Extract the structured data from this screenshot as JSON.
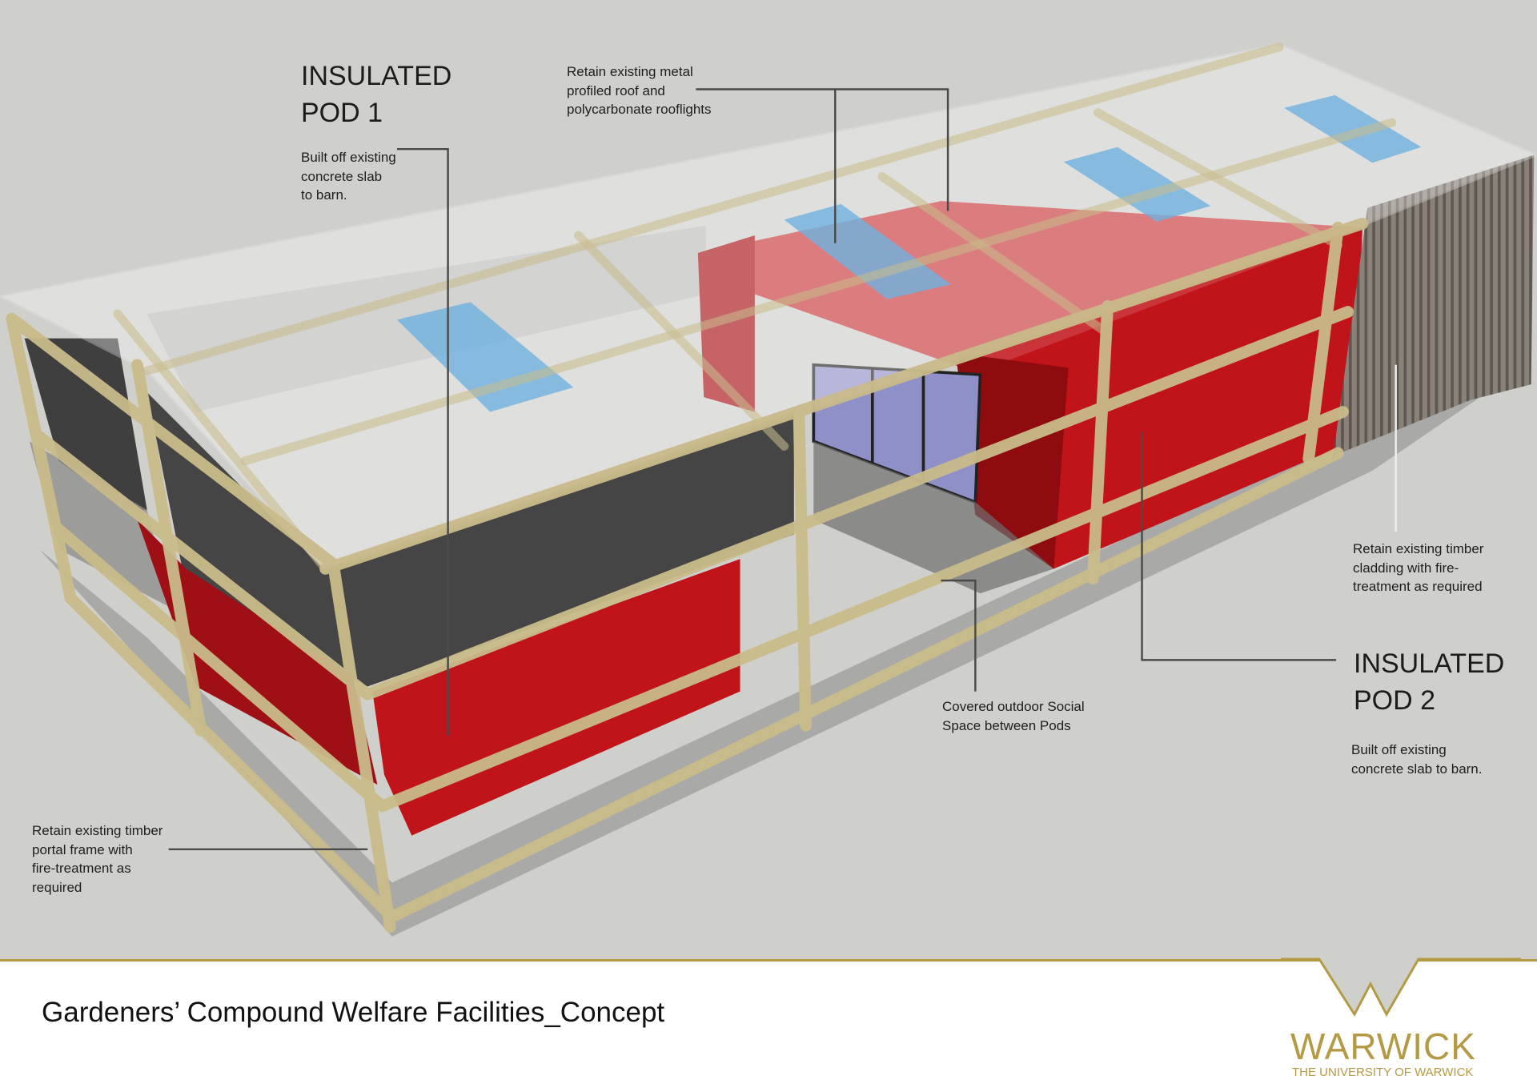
{
  "title": "Gardeners’ Compound Welfare Facilities_Concept",
  "pod1": {
    "heading": "INSULATED\nPOD 1",
    "note": "Built off existing\nconcrete slab\nto barn."
  },
  "pod2": {
    "heading": "INSULATED\nPOD 2",
    "note": "Built off existing\nconcrete slab to barn."
  },
  "annotations": {
    "roof": "Retain existing metal\nprofiled roof and\npolycarbonate rooflights",
    "cladding": "Retain existing timber\ncladding with fire-\ntreatment as required",
    "social": "Covered outdoor Social\nSpace between Pods",
    "portal": "Retain existing timber\nportal frame with\nfire-treatment as\nrequired"
  },
  "logo": {
    "word": "WARWICK",
    "sub": "THE UNIVERSITY OF WARWICK"
  },
  "colors": {
    "accent_gold": "#b59a45",
    "pod_red": "#c0141a",
    "timber": "#c9bb8a",
    "rooflight_blue": "#6fb2e0"
  }
}
